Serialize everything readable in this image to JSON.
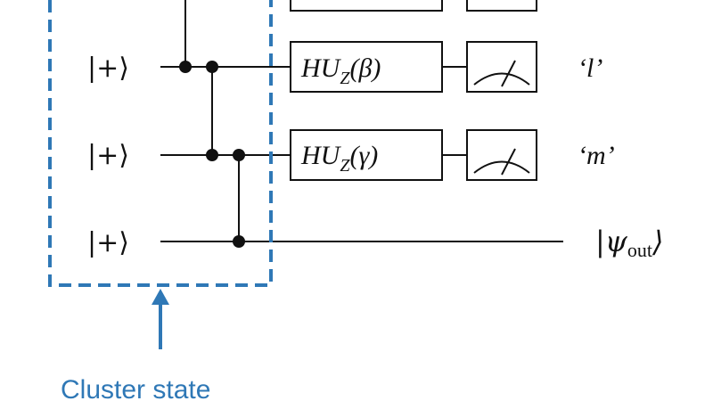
{
  "wires": {
    "input_state": "|+⟩"
  },
  "gates": [
    {
      "prefix": "HU",
      "sub": "Z",
      "arg": "(β)"
    },
    {
      "prefix": "HU",
      "sub": "Z",
      "arg": "(γ)"
    }
  ],
  "outcomes": [
    "‘l’",
    "‘m’"
  ],
  "output": {
    "psi": "ψ",
    "sub": "out"
  },
  "annotation": {
    "label": "Cluster state",
    "color": "#2f78b6"
  }
}
